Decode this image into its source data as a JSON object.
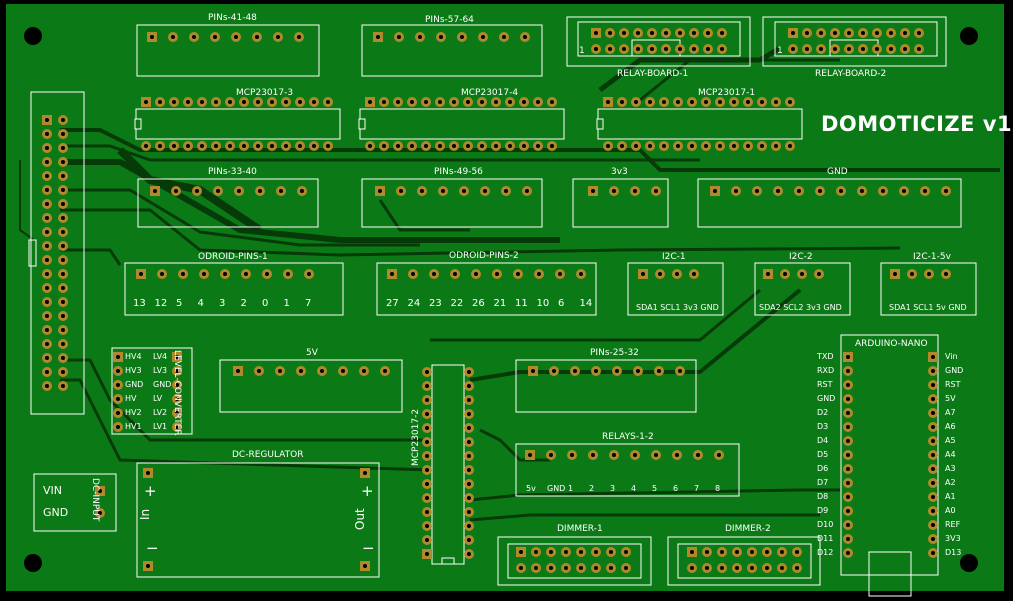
{
  "board": {
    "title": "DOMOTICIZE v1",
    "colors": {
      "substrate": "#0b7a16",
      "trace": "#063a08",
      "pad": "#b08a2a",
      "silk": "#ffffff",
      "hole": "#000000"
    }
  },
  "connectors": {
    "pins_41_48": "PINs-41-48",
    "pins_57_64": "PINs-57-64",
    "pins_33_40": "PINs-33-40",
    "pins_49_56": "PINs-49-56",
    "pins_25_32": "PINs-25-32",
    "v3": "3v3",
    "gnd": "GND",
    "v5": "5V",
    "relay_board_1": "RELAY-BOARD-1",
    "relay_board_2": "RELAY-BOARD-2",
    "relay_pin1_a": "1",
    "relay_pin1_b": "1",
    "odroid_pins_1": "ODROID-PINS-1",
    "odroid_pins_2": "ODROID-PINS-2",
    "odroid1_nums": [
      "13",
      "12",
      "5",
      "4",
      "3",
      "2",
      "0",
      "1",
      "7"
    ],
    "odroid2_nums": [
      "27",
      "24",
      "23",
      "22",
      "26",
      "21",
      "11",
      "10",
      "6",
      "14"
    ],
    "i2c_1": "I2C-1",
    "i2c_1_pins": "SDA1 SCL1 3v3 GND",
    "i2c_2": "I2C-2",
    "i2c_2_pins": "SDA2 SCL2 3v3 GND",
    "i2c_1_5v": "I2C-1-5v",
    "i2c_1_5v_pins": "SDA1 SCL1  5v GND",
    "relays_1_2": "RELAYS-1-2",
    "relays_pins": [
      "5v",
      "GND",
      "1",
      "2",
      "3",
      "4",
      "5",
      "6",
      "7",
      "8"
    ],
    "dimmer_1": "DIMMER-1",
    "dimmer_2": "DIMMER-2",
    "dc_input": "DC-INPUT",
    "dc_vin": "VIN",
    "dc_gnd": "GND"
  },
  "chips": {
    "mcp3": "MCP23017-3",
    "mcp4": "MCP23017-4",
    "mcp1": "MCP23017-1",
    "mcp2": "MCP23017-2"
  },
  "level_converter": {
    "name": "LEVEL-CONVERTER",
    "left": [
      "HV4",
      "HV3",
      "GND",
      "HV",
      "HV2",
      "HV1"
    ],
    "right": [
      "LV4",
      "LV3",
      "GND",
      "LV",
      "LV2",
      "LV1"
    ]
  },
  "dc_regulator": {
    "name": "DC-REGULATOR",
    "in": "In",
    "out": "Out",
    "plus_l": "+",
    "minus_l": "−",
    "plus_r": "+",
    "minus_r": "−"
  },
  "arduino": {
    "name": "ARDUINO-NANO",
    "left": [
      "TXD",
      "RXD",
      "RST",
      "GND",
      "D2",
      "D3",
      "D4",
      "D5",
      "D6",
      "D7",
      "D8",
      "D9",
      "D10",
      "D11",
      "D12"
    ],
    "right": [
      "Vin",
      "GND",
      "RST",
      "5V",
      "A7",
      "A6",
      "A5",
      "A4",
      "A3",
      "A2",
      "A1",
      "A0",
      "REF",
      "3V3",
      "D13"
    ]
  }
}
